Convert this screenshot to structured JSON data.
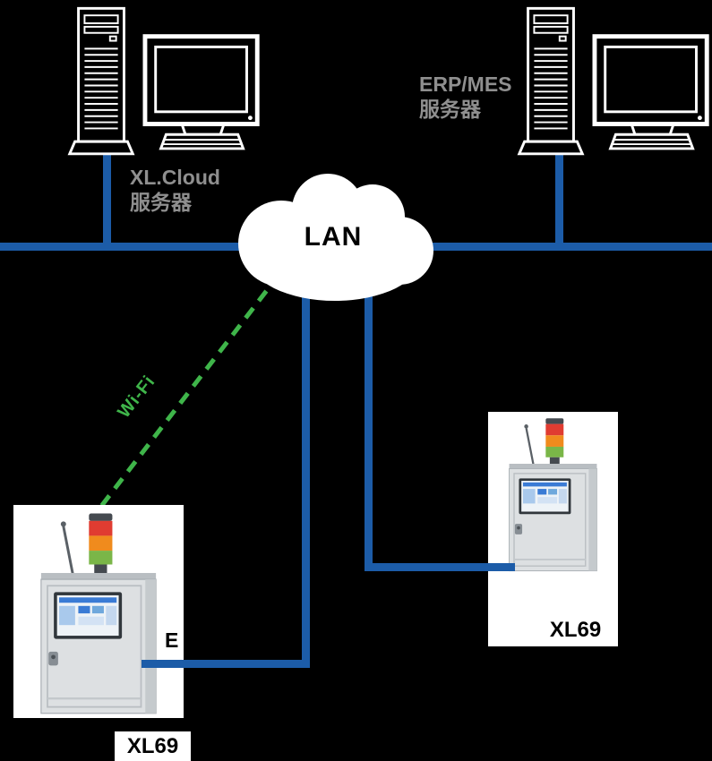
{
  "diagram": {
    "background_color": "#000000",
    "colors": {
      "lan_line_blue": "#1c5ca8",
      "wifi_green": "#3fb54a",
      "server_label_gray": "#8f8f8f",
      "node_text_black": "#000000",
      "cloud_white": "#ffffff",
      "stack_light_red": "#e03c31",
      "stack_light_orange": "#f08b1d",
      "stack_light_green": "#7ab648"
    },
    "servers": {
      "cloud": {
        "label_line1": "XL.Cloud",
        "label_line2": "服务器"
      },
      "erp": {
        "label_line1": "ERP/MES",
        "label_line2": "服务器"
      }
    },
    "network": {
      "lan_label": "LAN",
      "wifi_label": "Wi-Fi",
      "ethernet_label": "E"
    },
    "devices": {
      "left": {
        "label": "XL69"
      },
      "right": {
        "label": "XL69"
      }
    }
  }
}
